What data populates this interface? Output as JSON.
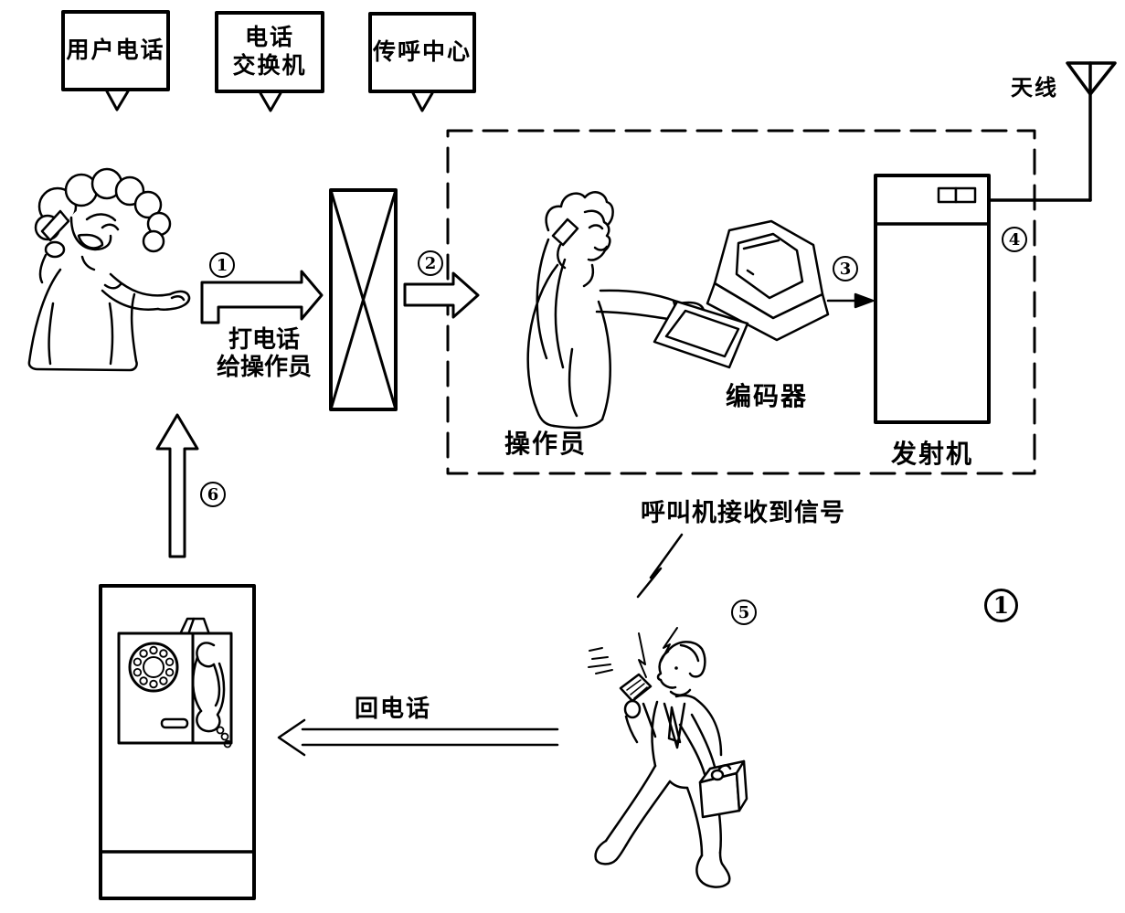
{
  "colors": {
    "ink": "#000000",
    "paper": "#ffffff"
  },
  "callout_boxes": {
    "user_phone": "用户电话",
    "exchange_line1": "电话",
    "exchange_line2": "交换机",
    "paging_center": "传呼中心"
  },
  "labels": {
    "antenna": "天线",
    "call_line1": "打电话",
    "call_line2": "给操作员",
    "operator": "操作员",
    "encoder": "编码器",
    "transmitter": "发射机",
    "pager_received": "呼叫机接收到信号",
    "return_call": "回电话"
  },
  "steps": {
    "step1": "1",
    "step2": "2",
    "step3": "3",
    "step4": "4",
    "step5": "5",
    "step6": "6"
  },
  "figure_marker": "1"
}
